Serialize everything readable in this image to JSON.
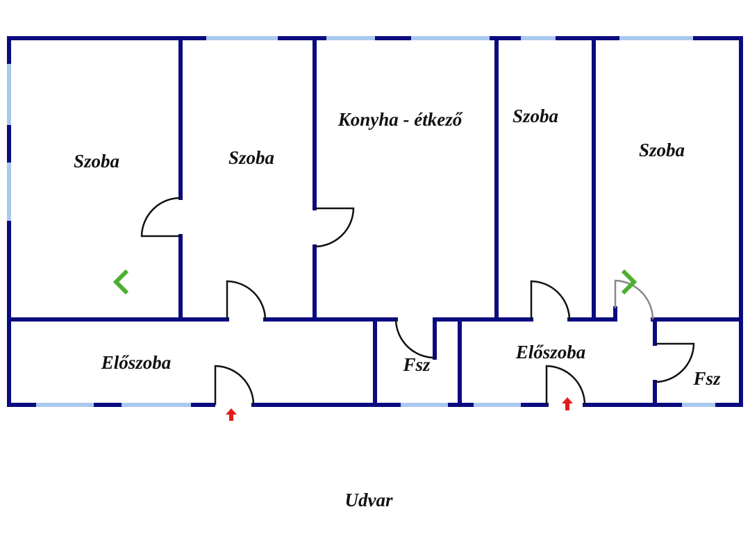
{
  "rooms": {
    "room1": "Szoba",
    "room2": "Szoba",
    "kitchen": "Konyha - étkező",
    "room3": "Szoba",
    "room4": "Szoba",
    "hall_left": "Előszoba",
    "toilet_left": "Fsz",
    "hall_right": "Előszoba",
    "toilet_right": "Fsz",
    "yard": "Udvar"
  },
  "colors": {
    "wall": "#0b0b80",
    "window": "#a9c9ef",
    "nav_arrow": "#4caf30",
    "entrance_arrow": "#e41b1b"
  },
  "navigation": {
    "prev_icon": "chevron-left-icon",
    "next_icon": "chevron-right-icon"
  }
}
